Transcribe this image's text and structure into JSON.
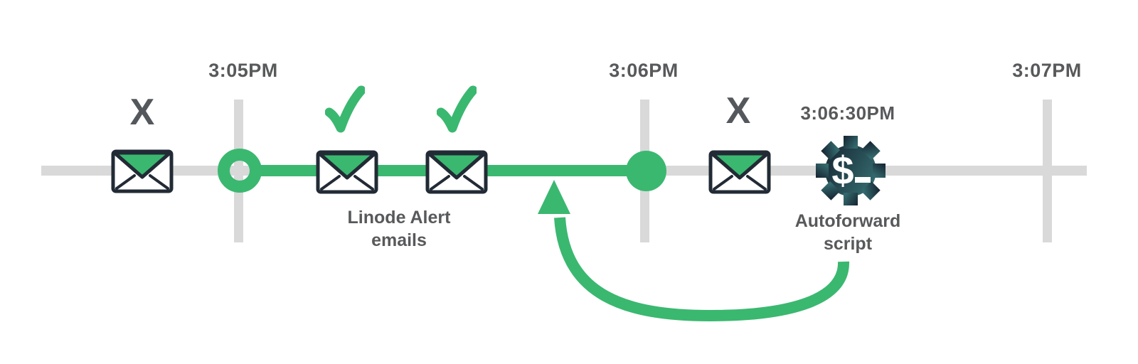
{
  "timeline": {
    "tick_labels": [
      "3:05PM",
      "3:06PM",
      "3:07PM"
    ],
    "highlight_range": "3:05PM to 3:06PM"
  },
  "annotations": {
    "fail_mark": "X",
    "linode_alert_line1": "Linode Alert",
    "linode_alert_line2": "emails",
    "autoforward_time": "3:06:30PM",
    "autoforward_line1": "Autoforward",
    "autoforward_line2": "script"
  },
  "icons": {
    "envelope": "envelope-icon",
    "checkmark": "checkmark-icon",
    "gear": "gear-terminal-icon",
    "gear_glyph": "$",
    "arrow": "curved-feedback-arrow"
  },
  "colors": {
    "green": "#3ab870",
    "gray_line": "#d9d9d9",
    "text_gray": "#58595b",
    "x_gray": "#54575b",
    "envelope_outline": "#222b35",
    "gear_dark": "#152330",
    "gear_teal": "#33686c",
    "white": "#ffffff"
  }
}
